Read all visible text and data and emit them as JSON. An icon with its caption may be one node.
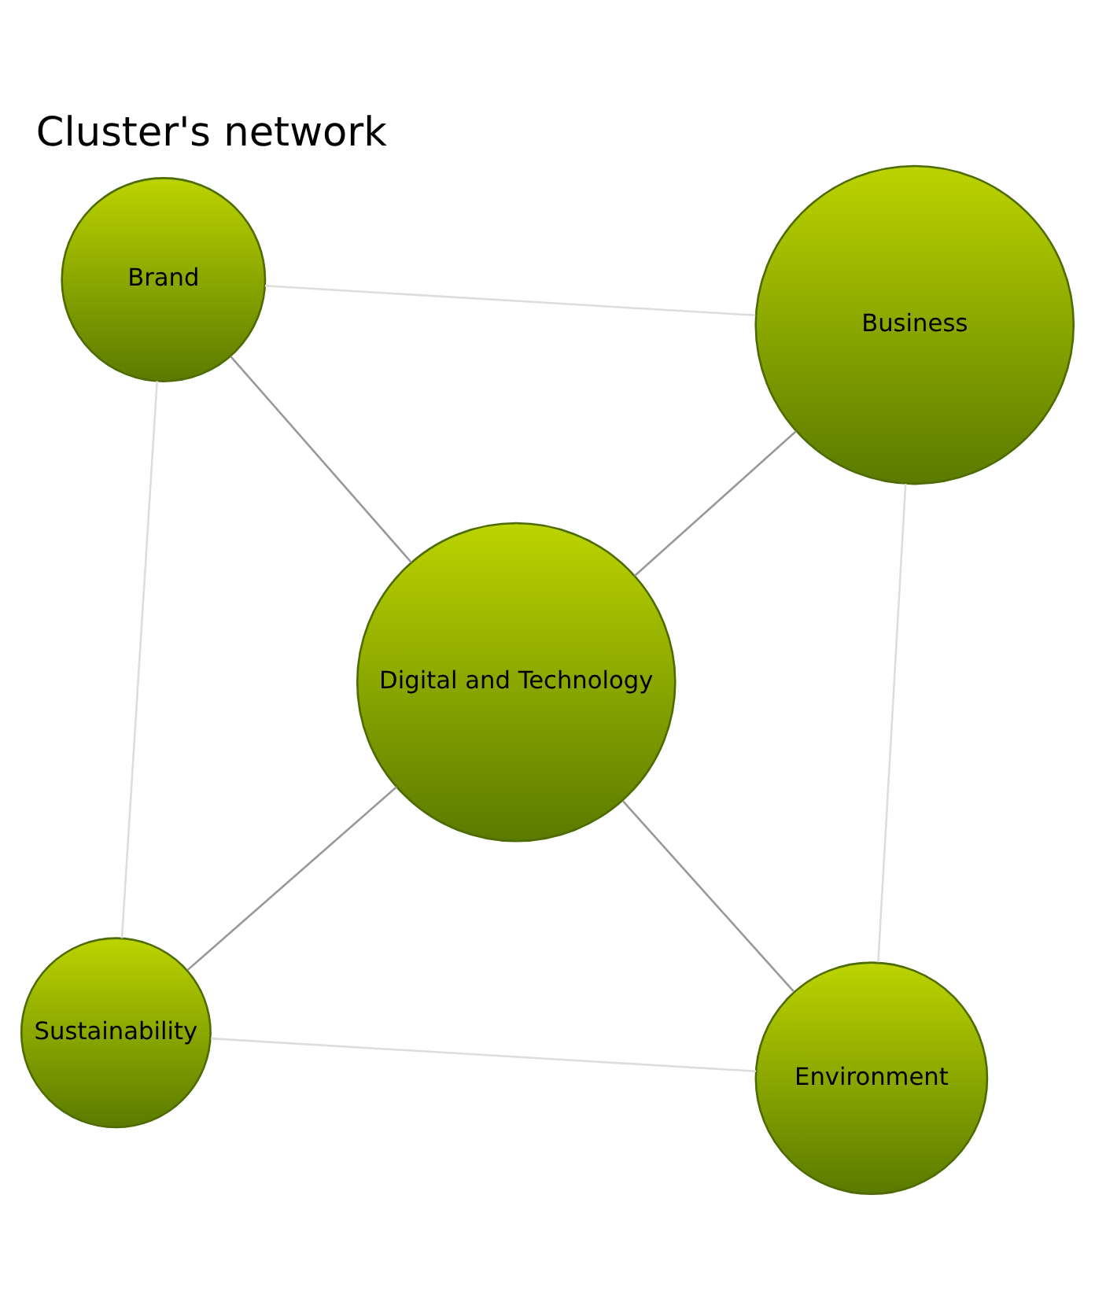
{
  "diagram": {
    "title": "Cluster's network",
    "nodes": [
      {
        "text": [
          "Sustainability"
        ]
      },
      {
        "text": [
          "Environment"
        ]
      },
      {
        "text": [
          "Digital and Technology"
        ]
      },
      {
        "text": [
          "Brand"
        ]
      },
      {
        "text": [
          "Business"
        ]
      }
    ],
    "edges": [
      {
        "from": 0,
        "to": 1,
        "arrow": "none"
      },
      {
        "from": 0,
        "to": 2,
        "arrow": "none",
        "color": "#999999"
      },
      {
        "from": 0,
        "to": 3,
        "arrow": "none"
      },
      {
        "from": 1,
        "to": 2,
        "arrow": "none",
        "color": "#999999"
      },
      {
        "from": 1,
        "to": 4,
        "arrow": "none"
      },
      {
        "from": 2,
        "to": 3,
        "arrow": "none",
        "color": "#999999"
      },
      {
        "from": 2,
        "to": 4,
        "arrow": "none",
        "color": "#999999"
      },
      {
        "from": 4,
        "to": 3,
        "arrow": "none"
      }
    ]
  }
}
